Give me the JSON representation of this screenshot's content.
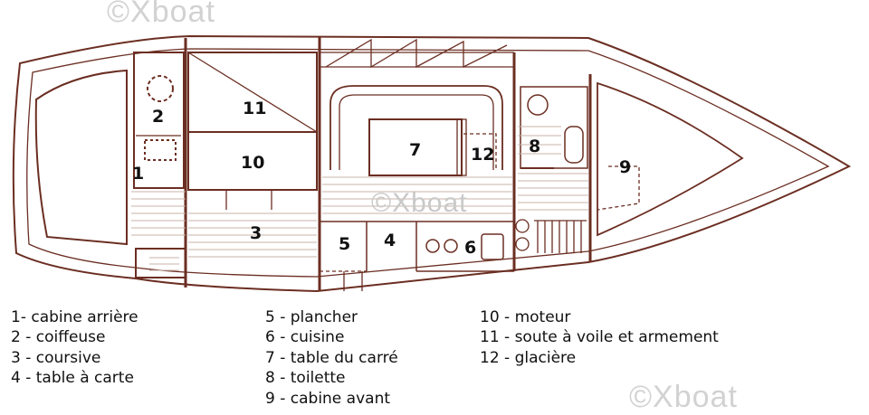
{
  "watermark": "©Xboat",
  "rooms": [
    {
      "id": "1",
      "label": "1"
    },
    {
      "id": "2",
      "label": "2"
    },
    {
      "id": "3",
      "label": "3"
    },
    {
      "id": "4",
      "label": "4"
    },
    {
      "id": "5",
      "label": "5"
    },
    {
      "id": "6",
      "label": "6"
    },
    {
      "id": "7",
      "label": "7"
    },
    {
      "id": "8",
      "label": "8"
    },
    {
      "id": "9",
      "label": "9"
    },
    {
      "id": "10",
      "label": "10"
    },
    {
      "id": "11",
      "label": "11"
    },
    {
      "id": "12",
      "label": "12"
    }
  ],
  "legend": [
    [
      "1- cabine arrière",
      "2 - coiffeuse",
      "3 - coursive",
      "4 - table à carte"
    ],
    [
      "5 - plancher",
      "6 - cuisine",
      "7 - table du carré",
      "8 - toilette",
      "9 - cabine avant"
    ],
    [
      "10 - moteur",
      "11 - soute à voile et armement",
      "12 - glacière"
    ]
  ],
  "colors": {
    "line": "#6b2e22",
    "plank": "#c9b3a8",
    "text": "#111111",
    "watermark": "#d2d2d2"
  }
}
